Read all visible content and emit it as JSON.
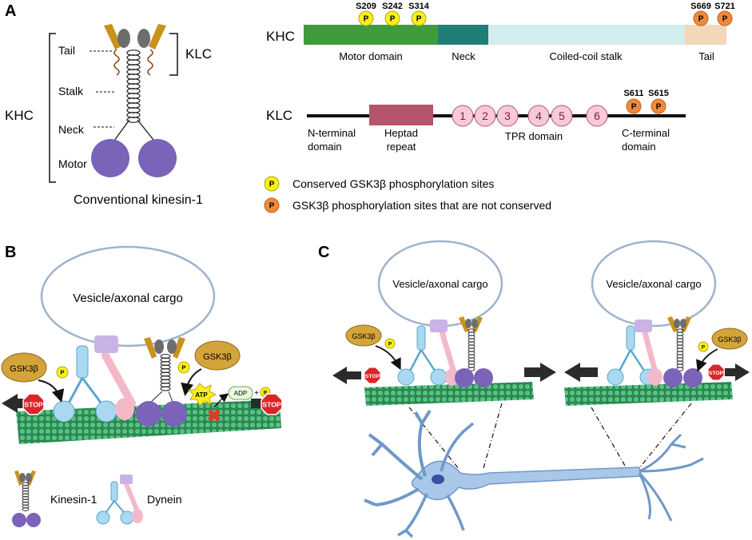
{
  "panelA": {
    "letter": "A",
    "khc_side_label": "KHC",
    "klc_side_label": "KLC",
    "regions": [
      "Tail",
      "Stalk",
      "Neck",
      "Motor"
    ],
    "caption": "Conventional kinesin-1",
    "khc_bar": {
      "label": "KHC",
      "sites_conserved": [
        "S209",
        "S242",
        "S314"
      ],
      "sites_nonconserved": [
        "S669",
        "S721"
      ],
      "domains": [
        {
          "label": "Motor domain",
          "color": "#3f9c3c"
        },
        {
          "label": "Neck",
          "color": "#1f7f77"
        },
        {
          "label": "Coiled-coil stalk",
          "color": "#d3eeee"
        },
        {
          "label": "Tail",
          "color": "#f2d7b8"
        }
      ]
    },
    "klc_bar": {
      "label": "KLC",
      "sites_nonconserved": [
        "S611",
        "S615"
      ],
      "heptad_label_1": "Heptad",
      "heptad_label_2": "repeat",
      "nterm_1": "N-terminal",
      "nterm_2": "domain",
      "tpr_label": "TPR domain",
      "cterm_1": "C-terminal",
      "cterm_2": "domain",
      "tpr_numbers": [
        "1",
        "2",
        "3",
        "4",
        "5",
        "6"
      ]
    },
    "legend": {
      "p": "P",
      "conserved": "Conserved GSK3β phosphorylation sites",
      "nonconserved": "GSK3β phosphorylation sites that are not conserved",
      "conserved_color": "#f7ef1c",
      "nonconserved_color": "#f08a3a"
    }
  },
  "panelB": {
    "letter": "B",
    "vesicle_label": "Vesicle/axonal cargo",
    "gsk_label": "GSK3β",
    "stop_label": "STOP",
    "atp_label": "ATP",
    "adp_label": "ADP",
    "plus": "+",
    "p": "P",
    "legend_kinesin": "Kinesin-1",
    "legend_dynein": "Dynein"
  },
  "panelC": {
    "letter": "C",
    "vesicle_label": "Vesicle/axonal cargo",
    "gsk_label": "GSK3β",
    "stop_label": "STOP",
    "p": "P"
  },
  "colors": {
    "motor": "#7a63b8",
    "dynein_blue": "#a9d8f0",
    "dynein_pink": "#f4b9c9",
    "heptad": "#b5546a",
    "tpr": "#f7cadb",
    "microtubule": "#3aa66a",
    "neuron": "#a9c7e8",
    "gsk": "#d4a43a"
  }
}
